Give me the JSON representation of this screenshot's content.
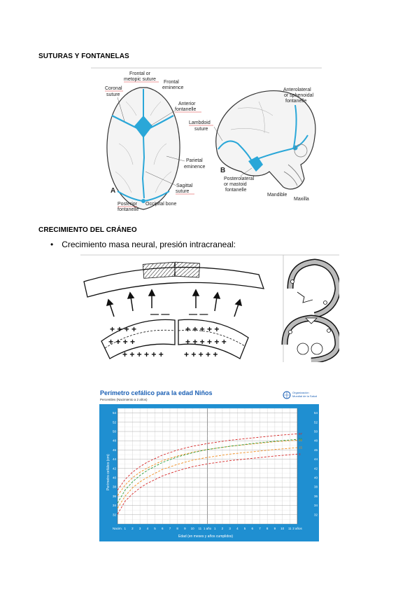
{
  "section1": {
    "title": "SUTURAS Y FONTANELAS"
  },
  "skull_labels": {
    "frontal_metopic": [
      "Frontal or",
      "metopic suture"
    ],
    "frontal_eminence": [
      "Frontal",
      "eminence"
    ],
    "coronal": [
      "Coronal",
      "suture"
    ],
    "anterior_fontanelle": [
      "Anterior",
      "fontanelle"
    ],
    "parietal_eminence": [
      "Parietal",
      "eminence"
    ],
    "sagittal": [
      "Sagittal",
      "suture"
    ],
    "posterior_fontanelle": [
      "Posterior",
      "fontanelle"
    ],
    "occipital_bone": "Occipital bone",
    "fig_a": "A",
    "fig_b": "B",
    "anterolateral": [
      "Anterolateral",
      "or sphenoidal",
      "fontanelle"
    ],
    "lambdoid": [
      "Lambdoid",
      "suture"
    ],
    "posterolateral": [
      "Posterolateral",
      "or mastoid",
      "fontanelle"
    ],
    "mandible": "Mandible",
    "maxilla": "Maxilla"
  },
  "section2": {
    "title": "CRECIMIENTO DEL CRÁNEO",
    "bullet": "Crecimiento masa neural, presión intracraneal:"
  },
  "chart_data": {
    "type": "line",
    "title": "Perímetro cefálico para la edad  Niños",
    "subtitle": "Percentiles (Nacimiento a 2 años)",
    "logo_text": [
      "Organización",
      "Mundial de la Salud"
    ],
    "ylabel": "Perímetro cefálico (cm)",
    "xlabel": "Edad (en meses y años cumplidos)",
    "x_tick_labels": [
      "Nacim.",
      "1 año",
      "2 años"
    ],
    "y_left_ticks": [
      "32",
      "34",
      "36",
      "38",
      "40",
      "42",
      "44",
      "46",
      "48",
      "50",
      "52",
      "54"
    ],
    "ylim": [
      30,
      55
    ],
    "xlim": [
      0,
      24
    ],
    "x": [
      0,
      1,
      2,
      3,
      4,
      6,
      8,
      10,
      12,
      15,
      18,
      21,
      24
    ],
    "series": [
      {
        "name": "97",
        "color": "#d62828",
        "values": [
          37.3,
          39.6,
          41.2,
          42.4,
          43.4,
          44.9,
          46.0,
          46.8,
          47.4,
          48.1,
          48.6,
          49.1,
          49.5
        ]
      },
      {
        "name": "85",
        "color": "#f08c1e",
        "values": [
          36.1,
          38.4,
          40.0,
          41.2,
          42.1,
          43.7,
          44.7,
          45.5,
          46.1,
          46.8,
          47.3,
          47.8,
          48.1
        ]
      },
      {
        "name": "50",
        "color": "#2a9d3a",
        "values": [
          34.5,
          37.3,
          39.1,
          40.5,
          41.6,
          43.3,
          44.5,
          45.4,
          46.1,
          46.8,
          47.4,
          47.9,
          48.3
        ]
      },
      {
        "name": "15",
        "color": "#f08c1e",
        "values": [
          33.4,
          36.0,
          37.8,
          39.1,
          40.1,
          41.8,
          42.9,
          43.8,
          44.4,
          45.1,
          45.6,
          46.1,
          46.5
        ]
      },
      {
        "name": "3",
        "color": "#d62828",
        "values": [
          32.1,
          34.9,
          36.5,
          37.8,
          38.8,
          40.4,
          41.5,
          42.4,
          43.0,
          43.7,
          44.2,
          44.7,
          45.1
        ]
      }
    ],
    "grid": true
  }
}
